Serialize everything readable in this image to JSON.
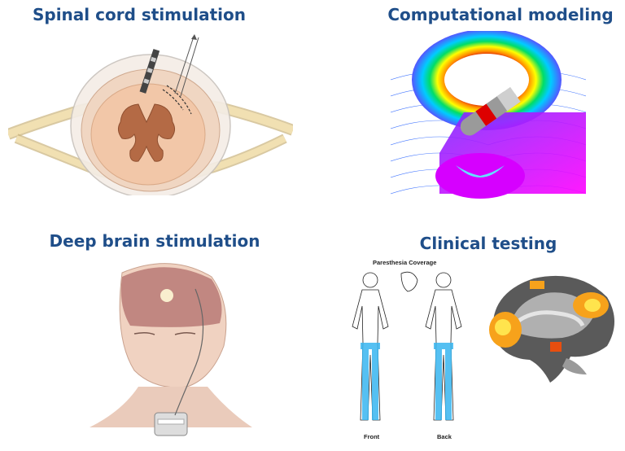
{
  "panels": {
    "spinal": {
      "title": "Spinal cord stimulation"
    },
    "computational": {
      "title": "Computational modeling"
    },
    "dbs": {
      "title": "Deep brain stimulation"
    },
    "clinical": {
      "title": "Clinical testing",
      "coverage_title": "Paresthesia Coverage",
      "front_label": "Front",
      "back_label": "Back"
    }
  },
  "colors": {
    "title": "#1f4e89",
    "paresthesia": "#38b6f0",
    "fmri_hot": "#f7a21b",
    "cord": "#f2c7a8",
    "nerve": "#e8d29a"
  }
}
